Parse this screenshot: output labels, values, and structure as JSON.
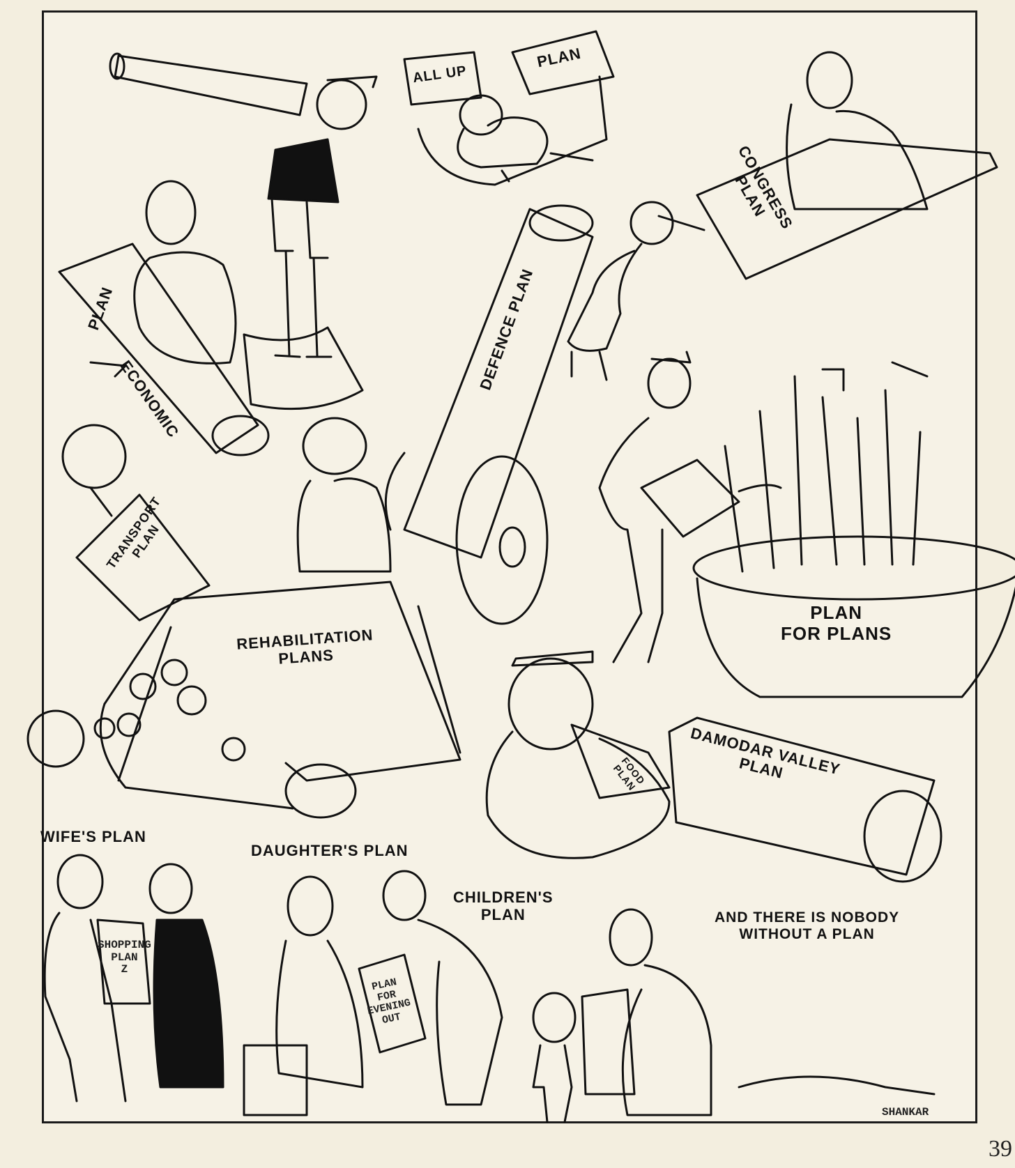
{
  "labels": {
    "all_up": "ALL UP",
    "plan": "PLAN",
    "congress_plan": "CONGRESS\nPLAN",
    "economic_plan_top": "PLAN",
    "economic": "ECONOMIC",
    "defence_plan": "DEFENCE PLAN",
    "transport_plan": "TRANSPORT\nPLAN",
    "rehabilitation_plans": "REHABILITATION\nPLANS",
    "plan_for_plans": "PLAN\nFOR PLANS",
    "damodar_valley_plan": "DAMODAR VALLEY\nPLAN",
    "food_plan": "FOOD\nPLAN",
    "wifes_plan": "WIFE'S PLAN",
    "daughters_plan": "DAUGHTER'S PLAN",
    "childrens_plan": "CHILDREN'S\nPLAN",
    "nobody_without_plan": "AND THERE IS NOBODY\nWITHOUT A PLAN",
    "shopping_plan": "SHOPPING\nPLAN\nZ",
    "plan_for_evening_out": "PLAN\nFOR\nEVENING\nOUT"
  },
  "signature": "SHANKAR",
  "page_number": "39",
  "colors": {
    "paper": "#f6f2e6",
    "ink": "#111111"
  }
}
